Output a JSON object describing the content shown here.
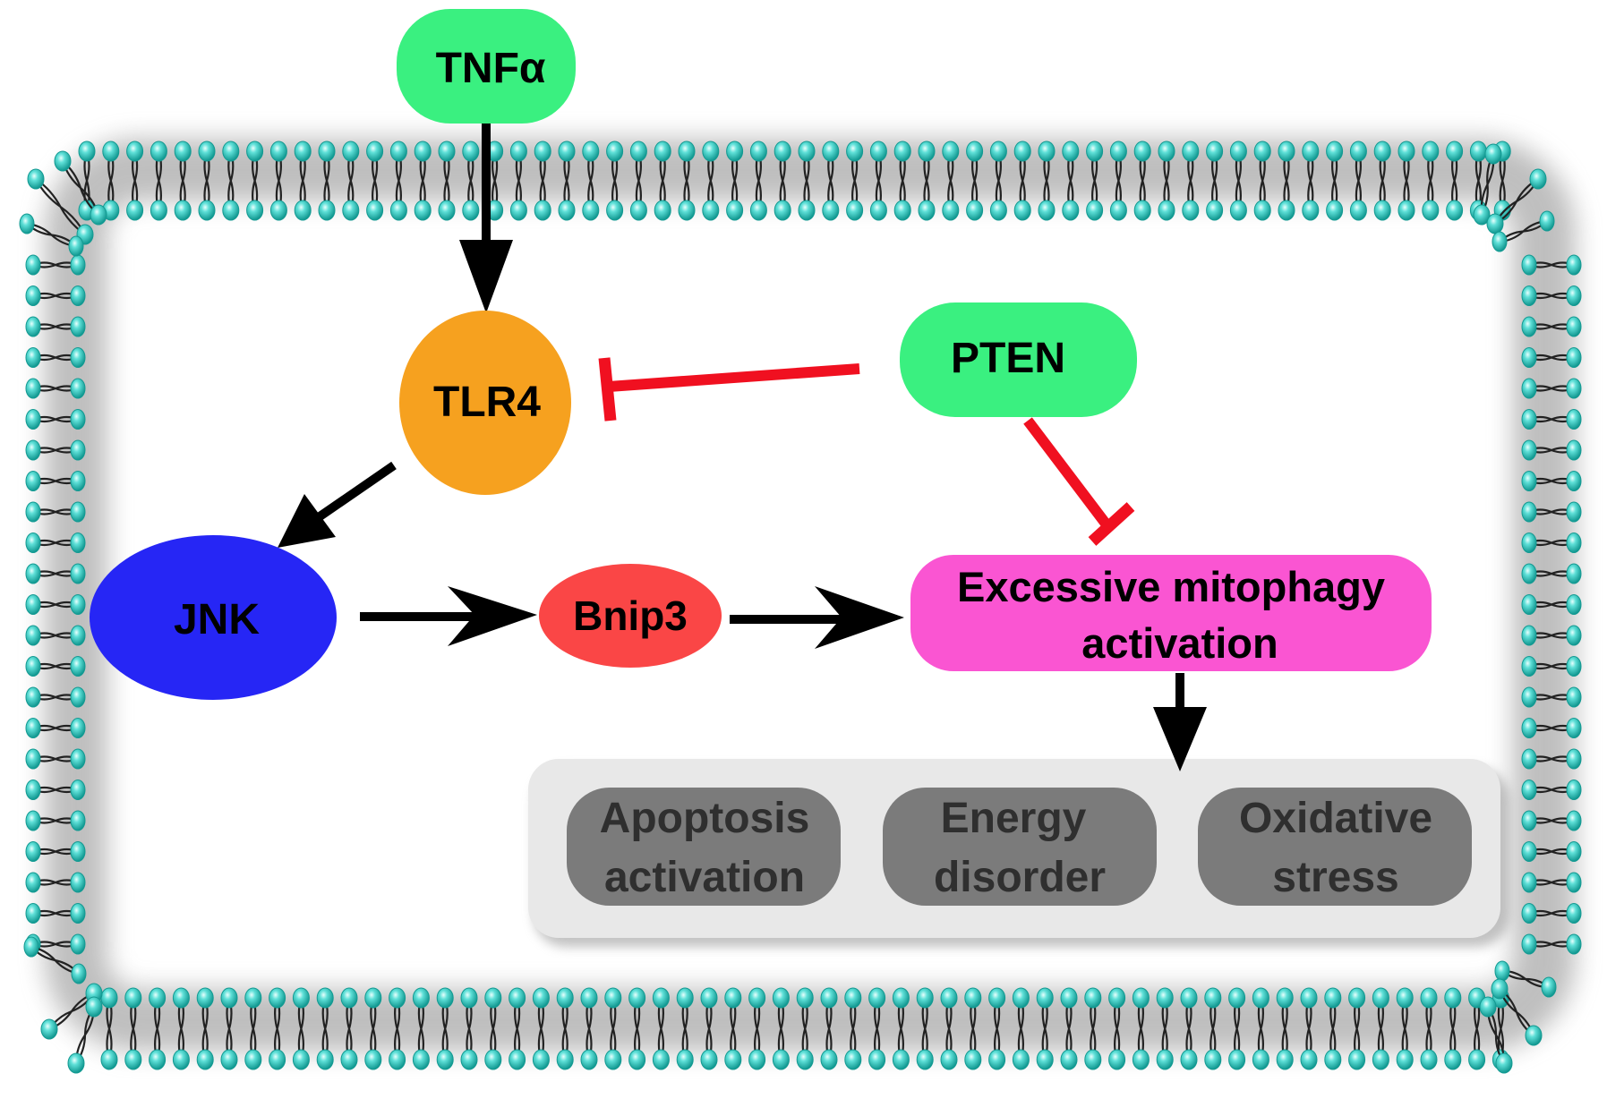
{
  "diagram": {
    "type": "signaling-pathway",
    "compartment": "cell (phospholipid bilayer membrane)",
    "colors": {
      "ligand_green": "#3af080",
      "tlr4_orange": "#f6a11f",
      "jnk_blue": "#2626f5",
      "bnip3_red": "#fa4646",
      "mitophagy_magenta": "#fa55d2",
      "outcome_gray": "#7b7b7b",
      "outcome_panel": "#e8e8e8",
      "activation_arrow": "#000000",
      "inhibition_bar": "#f01020",
      "lipid_head": "#27c4bd",
      "lipid_tail": "#222222"
    },
    "nodes": {
      "tnfa": {
        "label": "TNFα",
        "shape": "rounded-rect"
      },
      "tlr4": {
        "label": "TLR4",
        "shape": "circle"
      },
      "pten": {
        "label": "PTEN",
        "shape": "rounded-rect"
      },
      "jnk": {
        "label": "JNK",
        "shape": "ellipse"
      },
      "bnip3": {
        "label": "Bnip3",
        "shape": "ellipse"
      },
      "mitophagy": {
        "label_line1": "Excessive mitophagy",
        "label_line2": "activation",
        "shape": "rounded-rect"
      }
    },
    "outcomes": [
      {
        "line1": "Apoptosis",
        "line2": "activation"
      },
      {
        "line1": "Energy",
        "line2": "disorder"
      },
      {
        "line1": "Oxidative",
        "line2": "stress"
      }
    ],
    "edges": [
      {
        "from": "TNFα",
        "to": "TLR4",
        "type": "activation"
      },
      {
        "from": "PTEN",
        "to": "TLR4",
        "type": "inhibition"
      },
      {
        "from": "TLR4",
        "to": "JNK",
        "type": "activation"
      },
      {
        "from": "JNK",
        "to": "Bnip3",
        "type": "activation"
      },
      {
        "from": "Bnip3",
        "to": "Excessive mitophagy activation",
        "type": "activation"
      },
      {
        "from": "PTEN",
        "to": "Excessive mitophagy activation",
        "type": "inhibition"
      },
      {
        "from": "Excessive mitophagy activation",
        "to": "Outcomes",
        "type": "activation"
      }
    ]
  }
}
